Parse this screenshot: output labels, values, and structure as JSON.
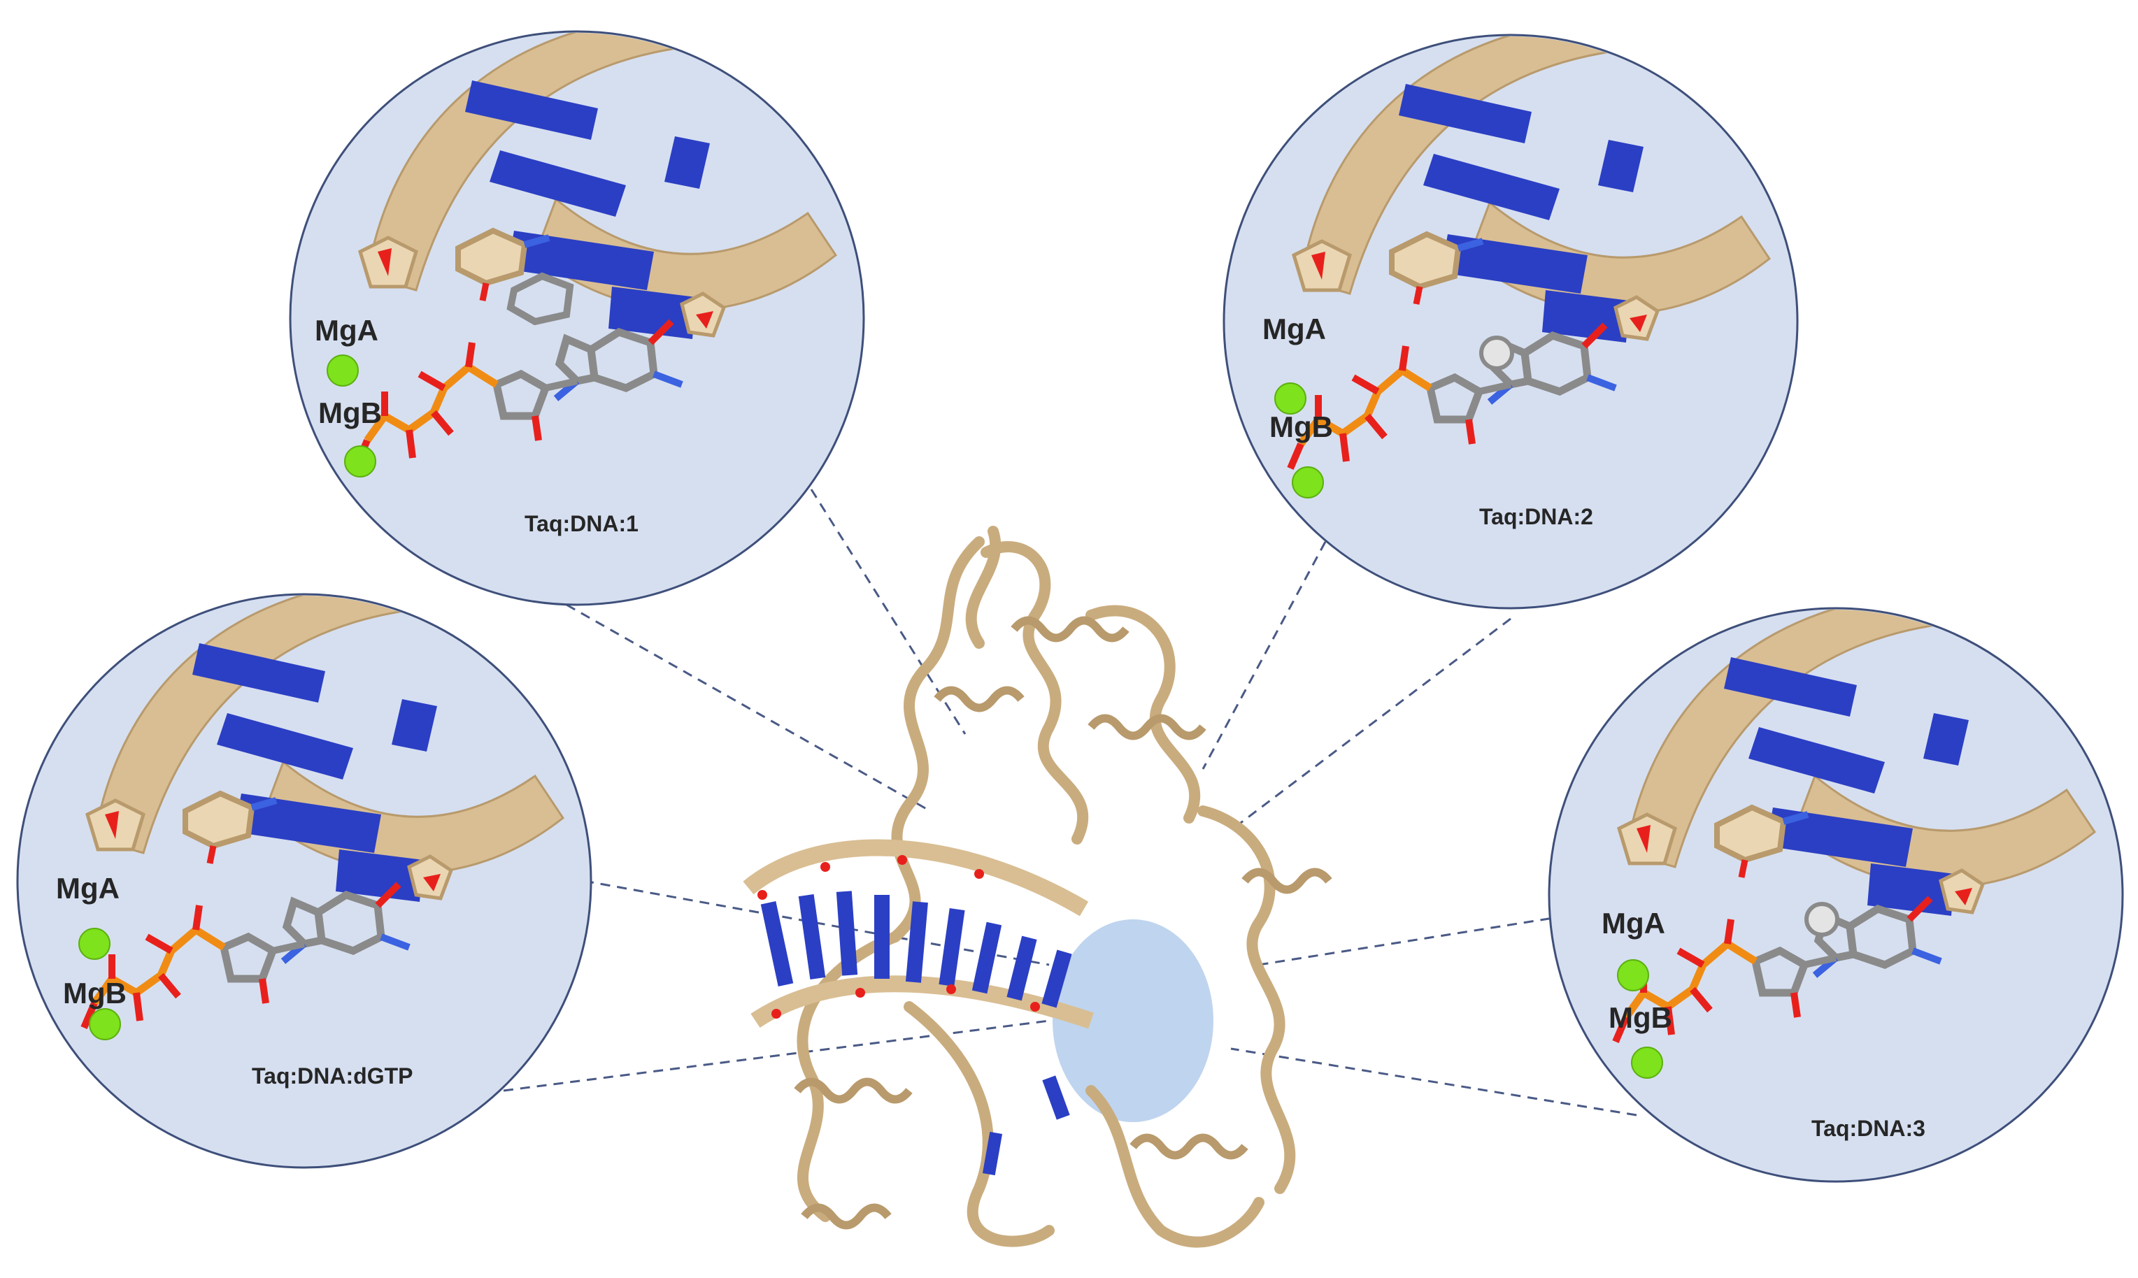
{
  "colors": {
    "circle_fill": "#d6dff0",
    "circle_stroke": "#3e4f7a",
    "ribbon": "#d9be93",
    "ribbon_dark": "#b89a6c",
    "base": "#2b3fc4",
    "oxygen": "#e8201c",
    "phosphorus": "#f08c14",
    "carbon": "#8a8a8a",
    "nitrogen": "#3b62e0",
    "magnesium": "#7ee21c",
    "active_site": "#a9c6e8",
    "leader_line": "#4a5a86"
  },
  "panels": [
    {
      "id": "p1",
      "mg_a": "MgA",
      "mg_b": "MgB",
      "label": "Taq:DNA:1",
      "ligand_extra": "ring"
    },
    {
      "id": "p2",
      "mg_a": "MgA",
      "mg_b": "MgB",
      "label": "Taq:DNA:2",
      "ligand_extra": "sphere"
    },
    {
      "id": "p0",
      "mg_a": "MgA",
      "mg_b": "MgB",
      "label": "Taq:DNA:dGTP",
      "ligand_extra": "none"
    },
    {
      "id": "p3",
      "mg_a": "MgA",
      "mg_b": "MgB",
      "label": "Taq:DNA:3",
      "ligand_extra": "sphere"
    }
  ]
}
